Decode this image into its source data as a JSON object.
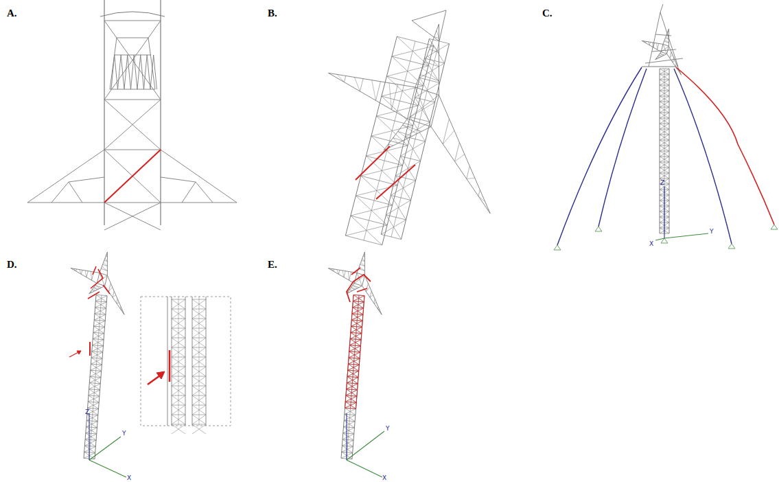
{
  "diagram": {
    "labels": [
      "A.",
      "B.",
      "C.",
      "D.",
      "E.",
      "Z",
      "Y",
      "X",
      "Z",
      "Y",
      "X",
      "Y",
      "X"
    ]
  }
}
